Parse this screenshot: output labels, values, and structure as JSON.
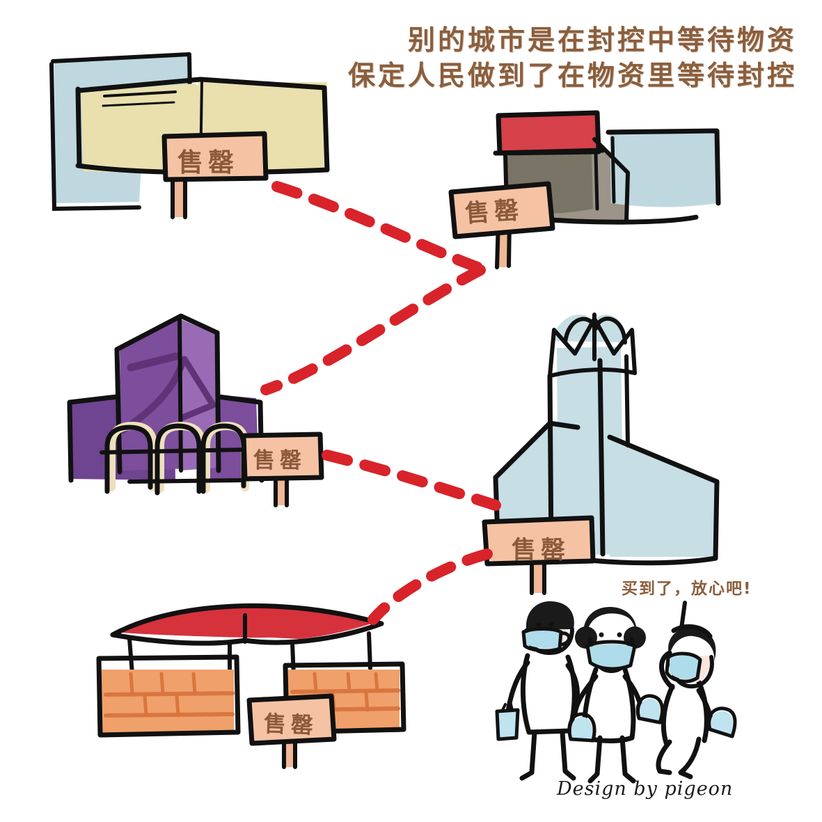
{
  "poster": {
    "background_color": "#ffffff",
    "headline": {
      "line1": "别的城市是在封控中等待物资",
      "line2": "保定人民做到了在物资里等待封控",
      "color": "#8B5E3C"
    },
    "speech_bubble": {
      "text": "买到了，放心吧!",
      "color": "#8B5E3C"
    },
    "signature": "Design by pigeon",
    "path": {
      "label": "red-dashed-route",
      "color": "#D8232A"
    },
    "landmarks": [
      {
        "name": "beige-civic-building",
        "sign_label": "售罄",
        "colors": {
          "facade": "#E9E0AE",
          "tower": "#BFD8DF",
          "outline": "#111111"
        }
      },
      {
        "name": "red-roof-building",
        "sign_label": "售罄",
        "colors": {
          "roof": "#D6414A",
          "body": "#7A7466",
          "wing": "#BFD8DF",
          "side": "#9C9488"
        }
      },
      {
        "name": "purple-theater-building",
        "sign_label": "售罄",
        "colors": {
          "main": "#7C4E9C",
          "dark": "#5E3476",
          "light": "#9A6BB5",
          "colonnade": "#EDE0BC"
        }
      },
      {
        "name": "blue-crown-tower",
        "sign_label": "售罄",
        "colors": {
          "body": "#C6DEE4",
          "outline": "#111111"
        }
      },
      {
        "name": "red-awning-market",
        "sign_label": "售罄",
        "colors": {
          "awning": "#D6323C",
          "counter": "#F0A06A",
          "counter_line": "#D9763F"
        }
      }
    ],
    "signs": [
      {
        "id": "sign-1",
        "text": "售罄",
        "bg": "#F5C3A4",
        "text_color": "#8B5A3C"
      },
      {
        "id": "sign-2",
        "text": "售罄",
        "bg": "#F5C3A4",
        "text_color": "#8B5A3C"
      },
      {
        "id": "sign-3",
        "text": "售罄",
        "bg": "#F5C3A4",
        "text_color": "#8B5A3C"
      },
      {
        "id": "sign-4",
        "text": "售罄",
        "bg": "#F5C3A4",
        "text_color": "#8B5A3C"
      },
      {
        "id": "sign-5",
        "text": "售罄",
        "bg": "#F5C3A4",
        "text_color": "#8B5A3C"
      }
    ],
    "people": {
      "name": "three-masked-shoppers",
      "count": 3,
      "colors": {
        "hair": "#1a1a1a",
        "mask": "#AEDCEA",
        "bag": "#BFE3EF",
        "skin": "#FBE5DC"
      }
    }
  }
}
